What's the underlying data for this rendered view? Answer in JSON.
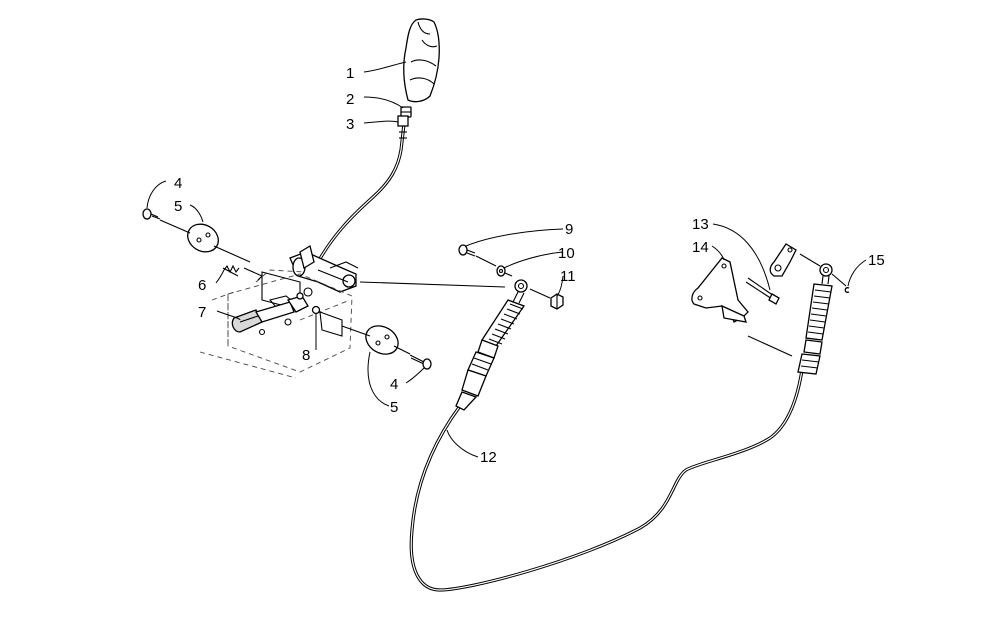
{
  "callouts": [
    {
      "id": "c1",
      "num": "1"
    },
    {
      "id": "c2",
      "num": "2"
    },
    {
      "id": "c3",
      "num": "3"
    },
    {
      "id": "c4a",
      "num": "4"
    },
    {
      "id": "c5a",
      "num": "5"
    },
    {
      "id": "c6",
      "num": "6"
    },
    {
      "id": "c7",
      "num": "7"
    },
    {
      "id": "c8",
      "num": "8"
    },
    {
      "id": "c4b",
      "num": "4"
    },
    {
      "id": "c5b",
      "num": "5"
    },
    {
      "id": "c9",
      "num": "9"
    },
    {
      "id": "c10",
      "num": "10"
    },
    {
      "id": "c11",
      "num": "11"
    },
    {
      "id": "c12",
      "num": "12"
    },
    {
      "id": "c13",
      "num": "13"
    },
    {
      "id": "c14",
      "num": "14"
    },
    {
      "id": "c15",
      "num": "15"
    }
  ]
}
